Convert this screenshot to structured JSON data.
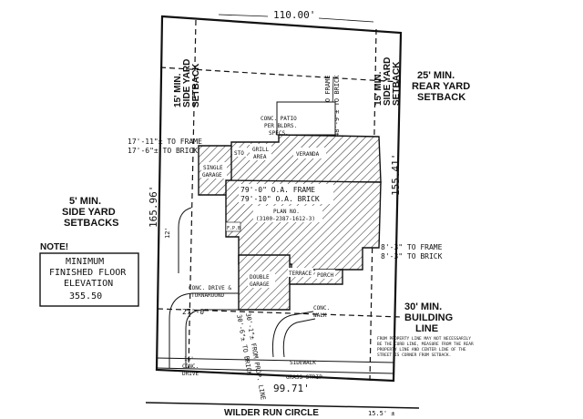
{
  "lot": {
    "top_width": "110.00'",
    "bottom_width": "99.71'",
    "left_depth": "165.96'",
    "right_depth": "155.41'"
  },
  "setbacks": {
    "left_side": [
      "15' MIN.",
      "SIDE YARD",
      "SETBACK"
    ],
    "right_side": [
      "15' MIN.",
      "SIDE YARD",
      "SETBACK"
    ],
    "rear": [
      "25' MIN.",
      "REAR YARD",
      "SETBACK"
    ],
    "side_note": [
      "5' MIN.",
      "SIDE YARD",
      "SETBACKS"
    ],
    "building_line": [
      "30' MIN.",
      "BUILDING",
      "LINE"
    ],
    "building_line_note": [
      "FROM PROPERTY LINE MAY NOT NECESSARILY",
      "BE THE CURB LINE, MEASURE FROM THE REAR",
      "PROPERTY LINE AND CENTER LINE OF THE",
      "STREET IS CORNER FROM SETBACK."
    ]
  },
  "floor_note": {
    "header": "NOTE!",
    "lines": [
      "MINIMUM",
      "FINISHED FLOOR",
      "ELEVATION",
      "355.50"
    ]
  },
  "house": {
    "patio": [
      "CONC. PATIO",
      "PER BLDRS.",
      "SPECS."
    ],
    "grill": [
      "GRILL",
      "AREA"
    ],
    "sto": "STO",
    "veranda": "VERANDA",
    "single_garage": [
      "SINGLE",
      "GARAGE"
    ],
    "overall_frame": "79'-0\" O.A. FRAME",
    "overall_brick": "79'-10\" O.A. BRICK",
    "plan": [
      "PLAN NO.",
      "(3100-2387-1612-3)"
    ],
    "fp": "F.P.B",
    "double_garage": [
      "DOUBLE",
      "GARAGE"
    ],
    "terrace": "TERRACE",
    "porch": "PORCH"
  },
  "dims": {
    "left_frame": "17'-11\"± TO FRAME",
    "left_brick": "17'-6\"± TO BRICK",
    "rear_frame": "49'-2\"± TO FRAME",
    "rear_brick": "48'-9\"± TO BRICK",
    "right_frame": "8'-3\" TO FRAME",
    "right_brick": "8'-3\" TO BRICK",
    "drive_width": "27'-0\"",
    "front_frame": "30'-1\"± FROM PROP. LINE",
    "front_brick": "30'-6\"± TO BRICK",
    "small_left": "12'"
  },
  "site": {
    "drive": [
      "CONC. DRIVE &",
      "TURNAROUND"
    ],
    "walk": [
      "CONC.",
      "WALK"
    ],
    "sidewalk": "SIDEWALK",
    "grass": "GRASS STRIP",
    "drive_apron": [
      "16'",
      "CONC.",
      "DRIVE"
    ],
    "street": "WILDER RUN CIRCLE",
    "street_dim": "15.5' ±"
  }
}
